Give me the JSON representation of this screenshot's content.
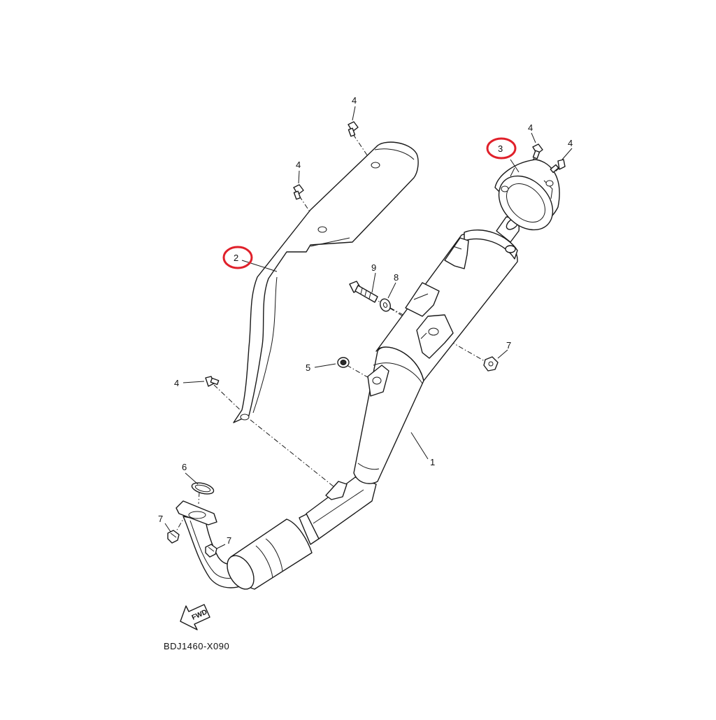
{
  "diagram": {
    "code": "BDJ1460-X090",
    "fwd_label": "FWD",
    "highlight_color": "#e0202a",
    "callouts": {
      "muffler": "1",
      "heat_protector": "2",
      "end_cap": "3",
      "bolt_top_protector": "4",
      "bolt_mid_protector": "4",
      "bolt_cap_left": "4",
      "bolt_cap_right": "4",
      "bolt_low_protector": "4",
      "damper": "5",
      "gasket": "6",
      "nut_left": "7",
      "nut_right": "7",
      "nut_bracket": "7",
      "washer": "8",
      "bolt_bracket": "9"
    }
  }
}
